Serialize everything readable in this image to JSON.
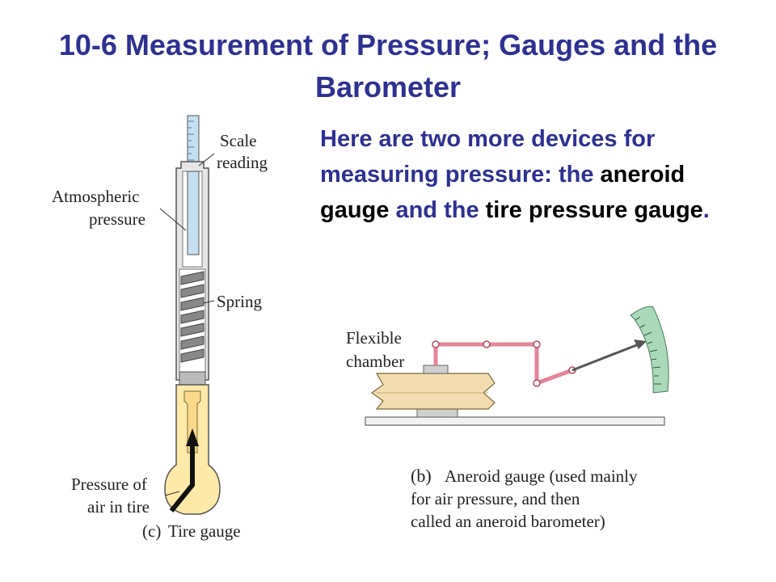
{
  "title": "10-6 Measurement of Pressure; Gauges and the Barometer",
  "intro": {
    "p1": "Here are two more devices for measuring pressure: the ",
    "p2": "aneroid gauge",
    "p3": " and the ",
    "p4": "tire pressure gauge",
    "p5": "."
  },
  "tire_gauge": {
    "scale_reading_1": "Scale",
    "scale_reading_2": "reading",
    "atmospheric_1": "Atmospheric",
    "atmospheric_2": "pressure",
    "spring": "Spring",
    "air_1": "Pressure of",
    "air_2": "air in tire",
    "caption_letter": "(c)",
    "caption": "Tire gauge"
  },
  "aneroid": {
    "chamber_1": "Flexible",
    "chamber_2": "chamber",
    "caption_letter": "(b)",
    "caption_1": "Aneroid gauge (used mainly",
    "caption_2": "for air pressure, and then",
    "caption_3": "called an aneroid barometer)"
  },
  "colors": {
    "title": "#2e3192",
    "emphasis": "#000000",
    "scale_tube": "#c6dff0",
    "gauge_body": "#dcdcdc",
    "air_fill": "#fde9a8",
    "linkage": "#e4849a",
    "dial": "#a9d9b8",
    "chamber": "#f3ddb0"
  }
}
